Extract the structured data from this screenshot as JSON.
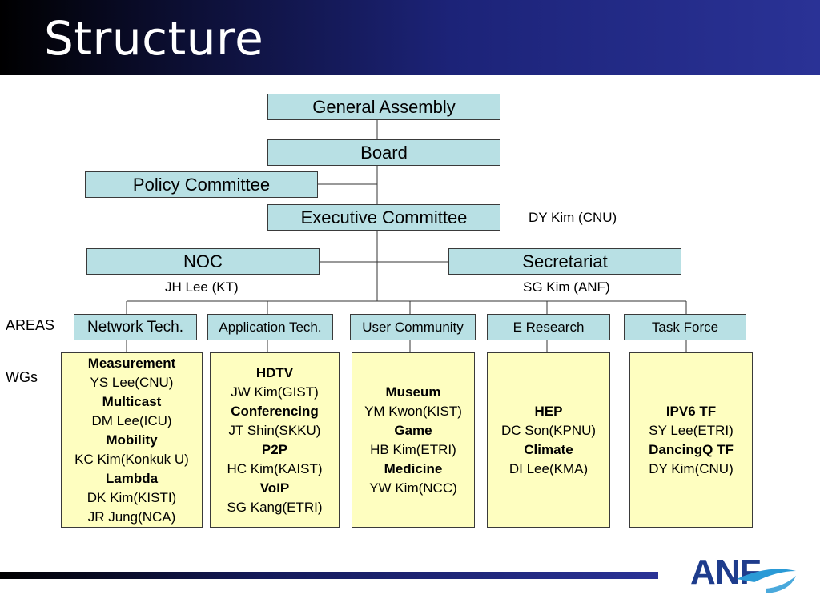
{
  "slide": {
    "title": "Structure"
  },
  "org": {
    "general_assembly": "General Assembly",
    "board": "Board",
    "policy_committee": "Policy Committee",
    "executive_committee": "Executive Committee",
    "executive_committee_note": "DY Kim (CNU)",
    "noc": "NOC",
    "noc_note": "JH Lee (KT)",
    "secretariat": "Secretariat",
    "secretariat_note": "SG Kim (ANF)"
  },
  "labels": {
    "areas": "AREAS",
    "wgs": "WGs"
  },
  "areas": [
    "Network Tech.",
    "Application Tech.",
    "User Community",
    "E Research",
    "Task Force"
  ],
  "wgs": [
    [
      {
        "text": "Measurement",
        "bold": true
      },
      {
        "text": "YS Lee(CNU)",
        "bold": false
      },
      {
        "text": "Multicast",
        "bold": true
      },
      {
        "text": "DM Lee(ICU)",
        "bold": false
      },
      {
        "text": "Mobility",
        "bold": true
      },
      {
        "text": "KC Kim(Konkuk U)",
        "bold": false
      },
      {
        "text": "Lambda",
        "bold": true
      },
      {
        "text": "DK Kim(KISTI)",
        "bold": false
      },
      {
        "text": "JR Jung(NCA)",
        "bold": false
      }
    ],
    [
      {
        "text": "HDTV",
        "bold": true
      },
      {
        "text": "JW Kim(GIST)",
        "bold": false
      },
      {
        "text": "Conferencing",
        "bold": true
      },
      {
        "text": "JT Shin(SKKU)",
        "bold": false
      },
      {
        "text": "P2P",
        "bold": true
      },
      {
        "text": "HC Kim(KAIST)",
        "bold": false
      },
      {
        "text": "VoIP",
        "bold": true
      },
      {
        "text": "SG Kang(ETRI)",
        "bold": false
      }
    ],
    [
      {
        "text": "Museum",
        "bold": true
      },
      {
        "text": "YM Kwon(KIST)",
        "bold": false
      },
      {
        "text": "Game",
        "bold": true
      },
      {
        "text": "HB Kim(ETRI)",
        "bold": false
      },
      {
        "text": "Medicine",
        "bold": true
      },
      {
        "text": "YW Kim(NCC)",
        "bold": false
      }
    ],
    [
      {
        "text": "HEP",
        "bold": true
      },
      {
        "text": "DC Son(KPNU)",
        "bold": false
      },
      {
        "text": "Climate",
        "bold": true
      },
      {
        "text": "DI Lee(KMA)",
        "bold": false
      }
    ],
    [
      {
        "text": "IPV6 TF",
        "bold": true
      },
      {
        "text": "SY Lee(ETRI)",
        "bold": false
      },
      {
        "text": "DancingQ TF",
        "bold": true
      },
      {
        "text": "DY Kim(CNU)",
        "bold": false
      }
    ]
  ],
  "logo": {
    "text": "ANF"
  },
  "colors": {
    "box_fill": "#b8e0e4",
    "wg_fill": "#fefec0",
    "title_bar": "#2a3296",
    "logo_blue": "#1e3c8c",
    "logo_swoosh": "#2a9ad6"
  }
}
